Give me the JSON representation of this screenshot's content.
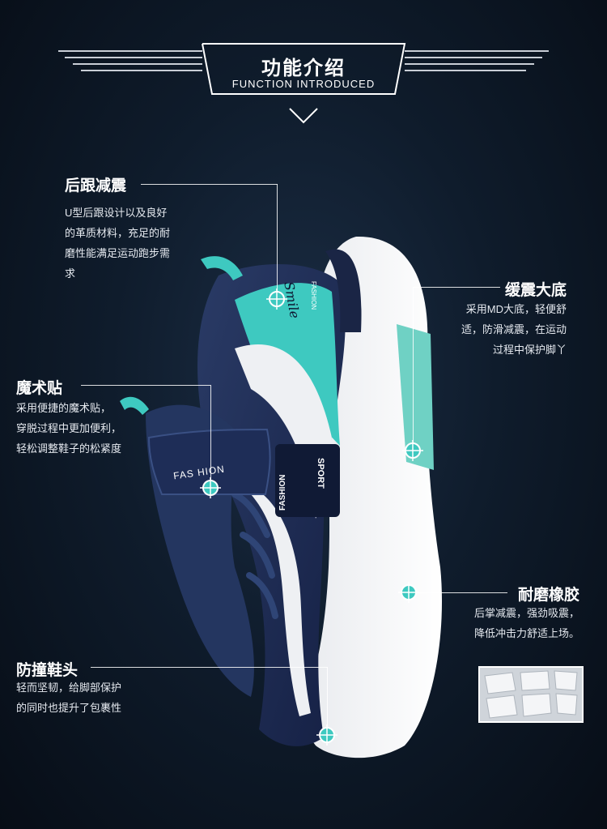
{
  "header": {
    "title": "功能介绍",
    "subtitle": "FUNCTION INTRODUCED"
  },
  "features": {
    "heel": {
      "title": "后跟减震",
      "lines": [
        "U型后跟设计以及良好",
        "的革质材料，充足的耐",
        "磨性能满足运动跑步需",
        "求"
      ]
    },
    "cushion": {
      "title": "缓震大底",
      "lines": [
        "采用MD大底，轻便舒",
        "适，防滑减震，在运动",
        "过程中保护脚丫"
      ]
    },
    "velcro": {
      "title": "魔术贴",
      "lines": [
        "采用便捷的魔术贴，",
        "穿脱过程中更加便利，",
        "轻松调整鞋子的松紧度"
      ]
    },
    "rubber": {
      "title": "耐磨橡胶",
      "lines": [
        "后掌减震，强劲吸震，",
        "降低冲击力舒适上场。"
      ]
    },
    "toe": {
      "title": "防撞鞋头",
      "lines": [
        "轻而坚韧，给脚部保护",
        "的同时也提升了包裹性"
      ]
    }
  },
  "shoe_labels": {
    "side_tag": "FAS HION",
    "badge_left": "FASHION",
    "badge_right": "SPORT",
    "heel_tag": "FASHION",
    "script_logo": "Smile"
  },
  "colors": {
    "accent_teal": "#3ec9c0",
    "navy": "#1d2c52",
    "sole_white": "#f2f3f5"
  }
}
